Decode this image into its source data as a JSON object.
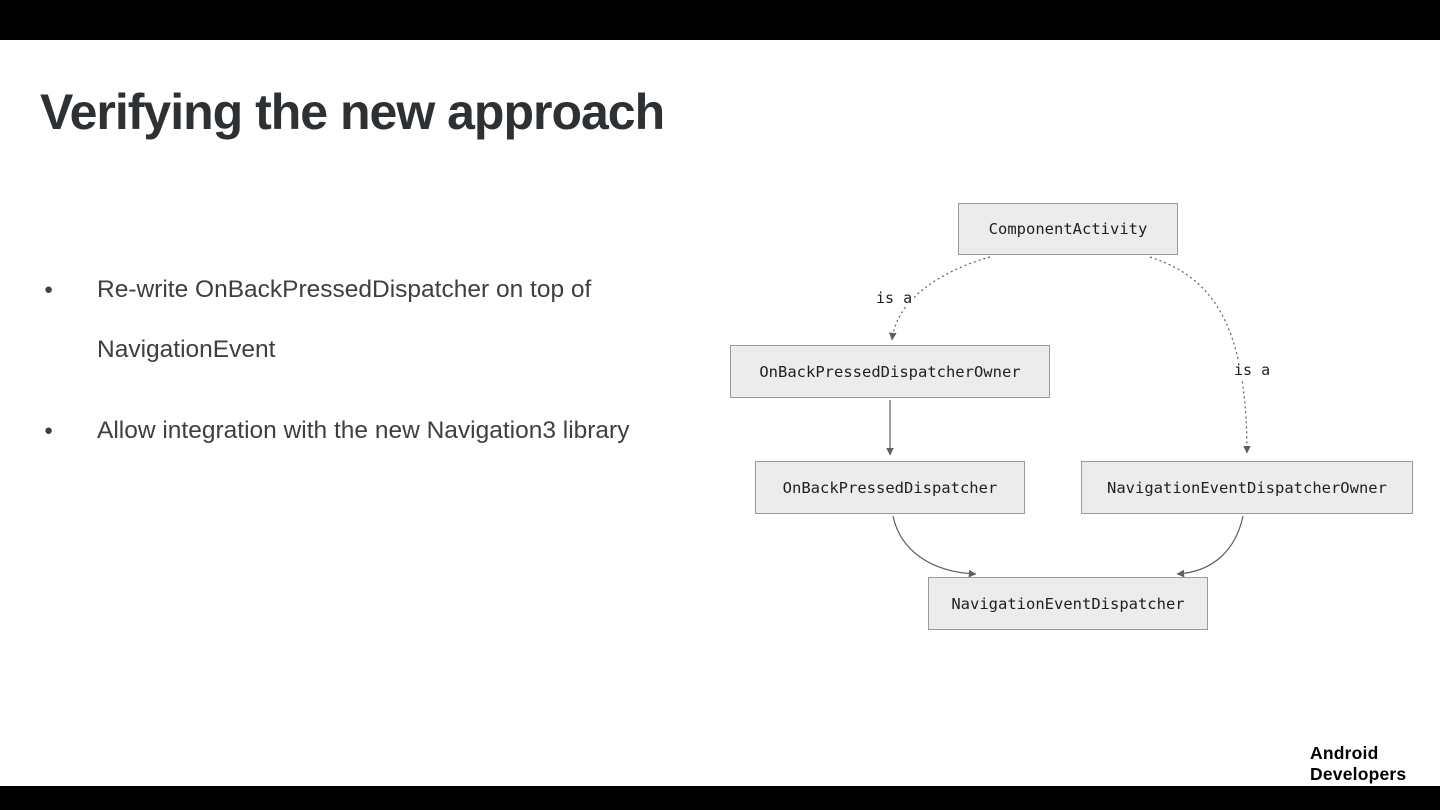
{
  "slide": {
    "title": "Verifying the new approach",
    "bullets": [
      {
        "marker": "●",
        "line1": "Re-write OnBackPressedDispatcher on top of",
        "line2": "NavigationEvent"
      },
      {
        "marker": "●",
        "line1": "Allow integration with the new Navigation3 library"
      }
    ]
  },
  "diagram": {
    "nodes": [
      {
        "label": "ComponentActivity"
      },
      {
        "label": "OnBackPressedDispatcherOwner"
      },
      {
        "label": "OnBackPressedDispatcher"
      },
      {
        "label": "NavigationEventDispatcherOwner"
      },
      {
        "label": "NavigationEventDispatcher"
      }
    ],
    "edge_labels": [
      {
        "text": "is a"
      },
      {
        "text": "is a"
      }
    ],
    "edges": [
      {
        "from": "ComponentActivity",
        "to": "OnBackPressedDispatcherOwner",
        "style": "dotted",
        "label": "is a"
      },
      {
        "from": "ComponentActivity",
        "to": "NavigationEventDispatcherOwner",
        "style": "dotted",
        "label": "is a"
      },
      {
        "from": "OnBackPressedDispatcherOwner",
        "to": "OnBackPressedDispatcher",
        "style": "solid"
      },
      {
        "from": "OnBackPressedDispatcher",
        "to": "NavigationEventDispatcher",
        "style": "solid"
      },
      {
        "from": "NavigationEventDispatcherOwner",
        "to": "NavigationEventDispatcher",
        "style": "solid"
      }
    ]
  },
  "footer": {
    "logo_line1": "Android",
    "logo_line2": "Developers"
  },
  "colors": {
    "node_fill": "#ececec",
    "node_border": "#9a9a9a",
    "arrow": "#5f5f5f",
    "title_text": "#2e3134",
    "body_text": "#3c4043",
    "letterbox": "#000000"
  }
}
